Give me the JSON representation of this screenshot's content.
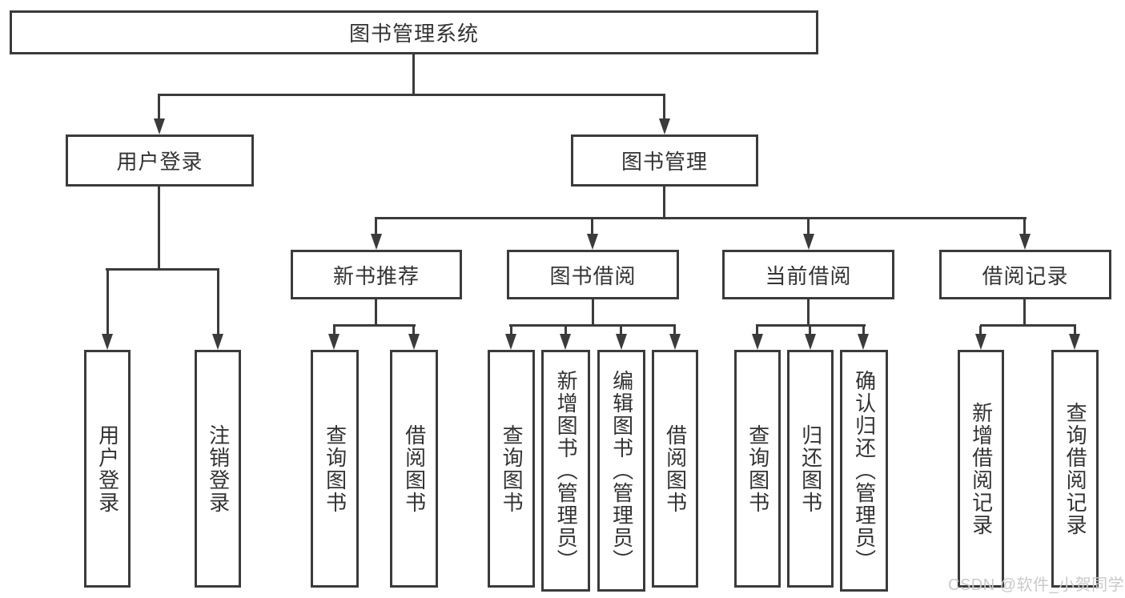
{
  "diagram_title": "图书管理系统",
  "accent_colors": {
    "line": "#3b3b3b",
    "text": "#333333",
    "watermark": "#c9c9c9",
    "background": "#ffffff"
  },
  "tree": {
    "root": "图书管理系统",
    "login_branch": {
      "label": "用户登录",
      "children": [
        "用户登录",
        "注销登录"
      ]
    },
    "management_branch": {
      "label": "图书管理",
      "groups": [
        {
          "label": "新书推荐",
          "children": [
            "查询图书",
            "借阅图书"
          ]
        },
        {
          "label": "图书借阅",
          "children": [
            "查询图书",
            "新增图书（管理员）",
            "编辑图书（管理员）",
            "借阅图书"
          ]
        },
        {
          "label": "当前借阅",
          "children": [
            "查询图书",
            "归还图书",
            "确认归还（管理员）"
          ]
        },
        {
          "label": "借阅记录",
          "children": [
            "新增借阅记录",
            "查询借阅记录"
          ]
        }
      ]
    }
  },
  "watermark": "CSDN @软件_小贺同学"
}
